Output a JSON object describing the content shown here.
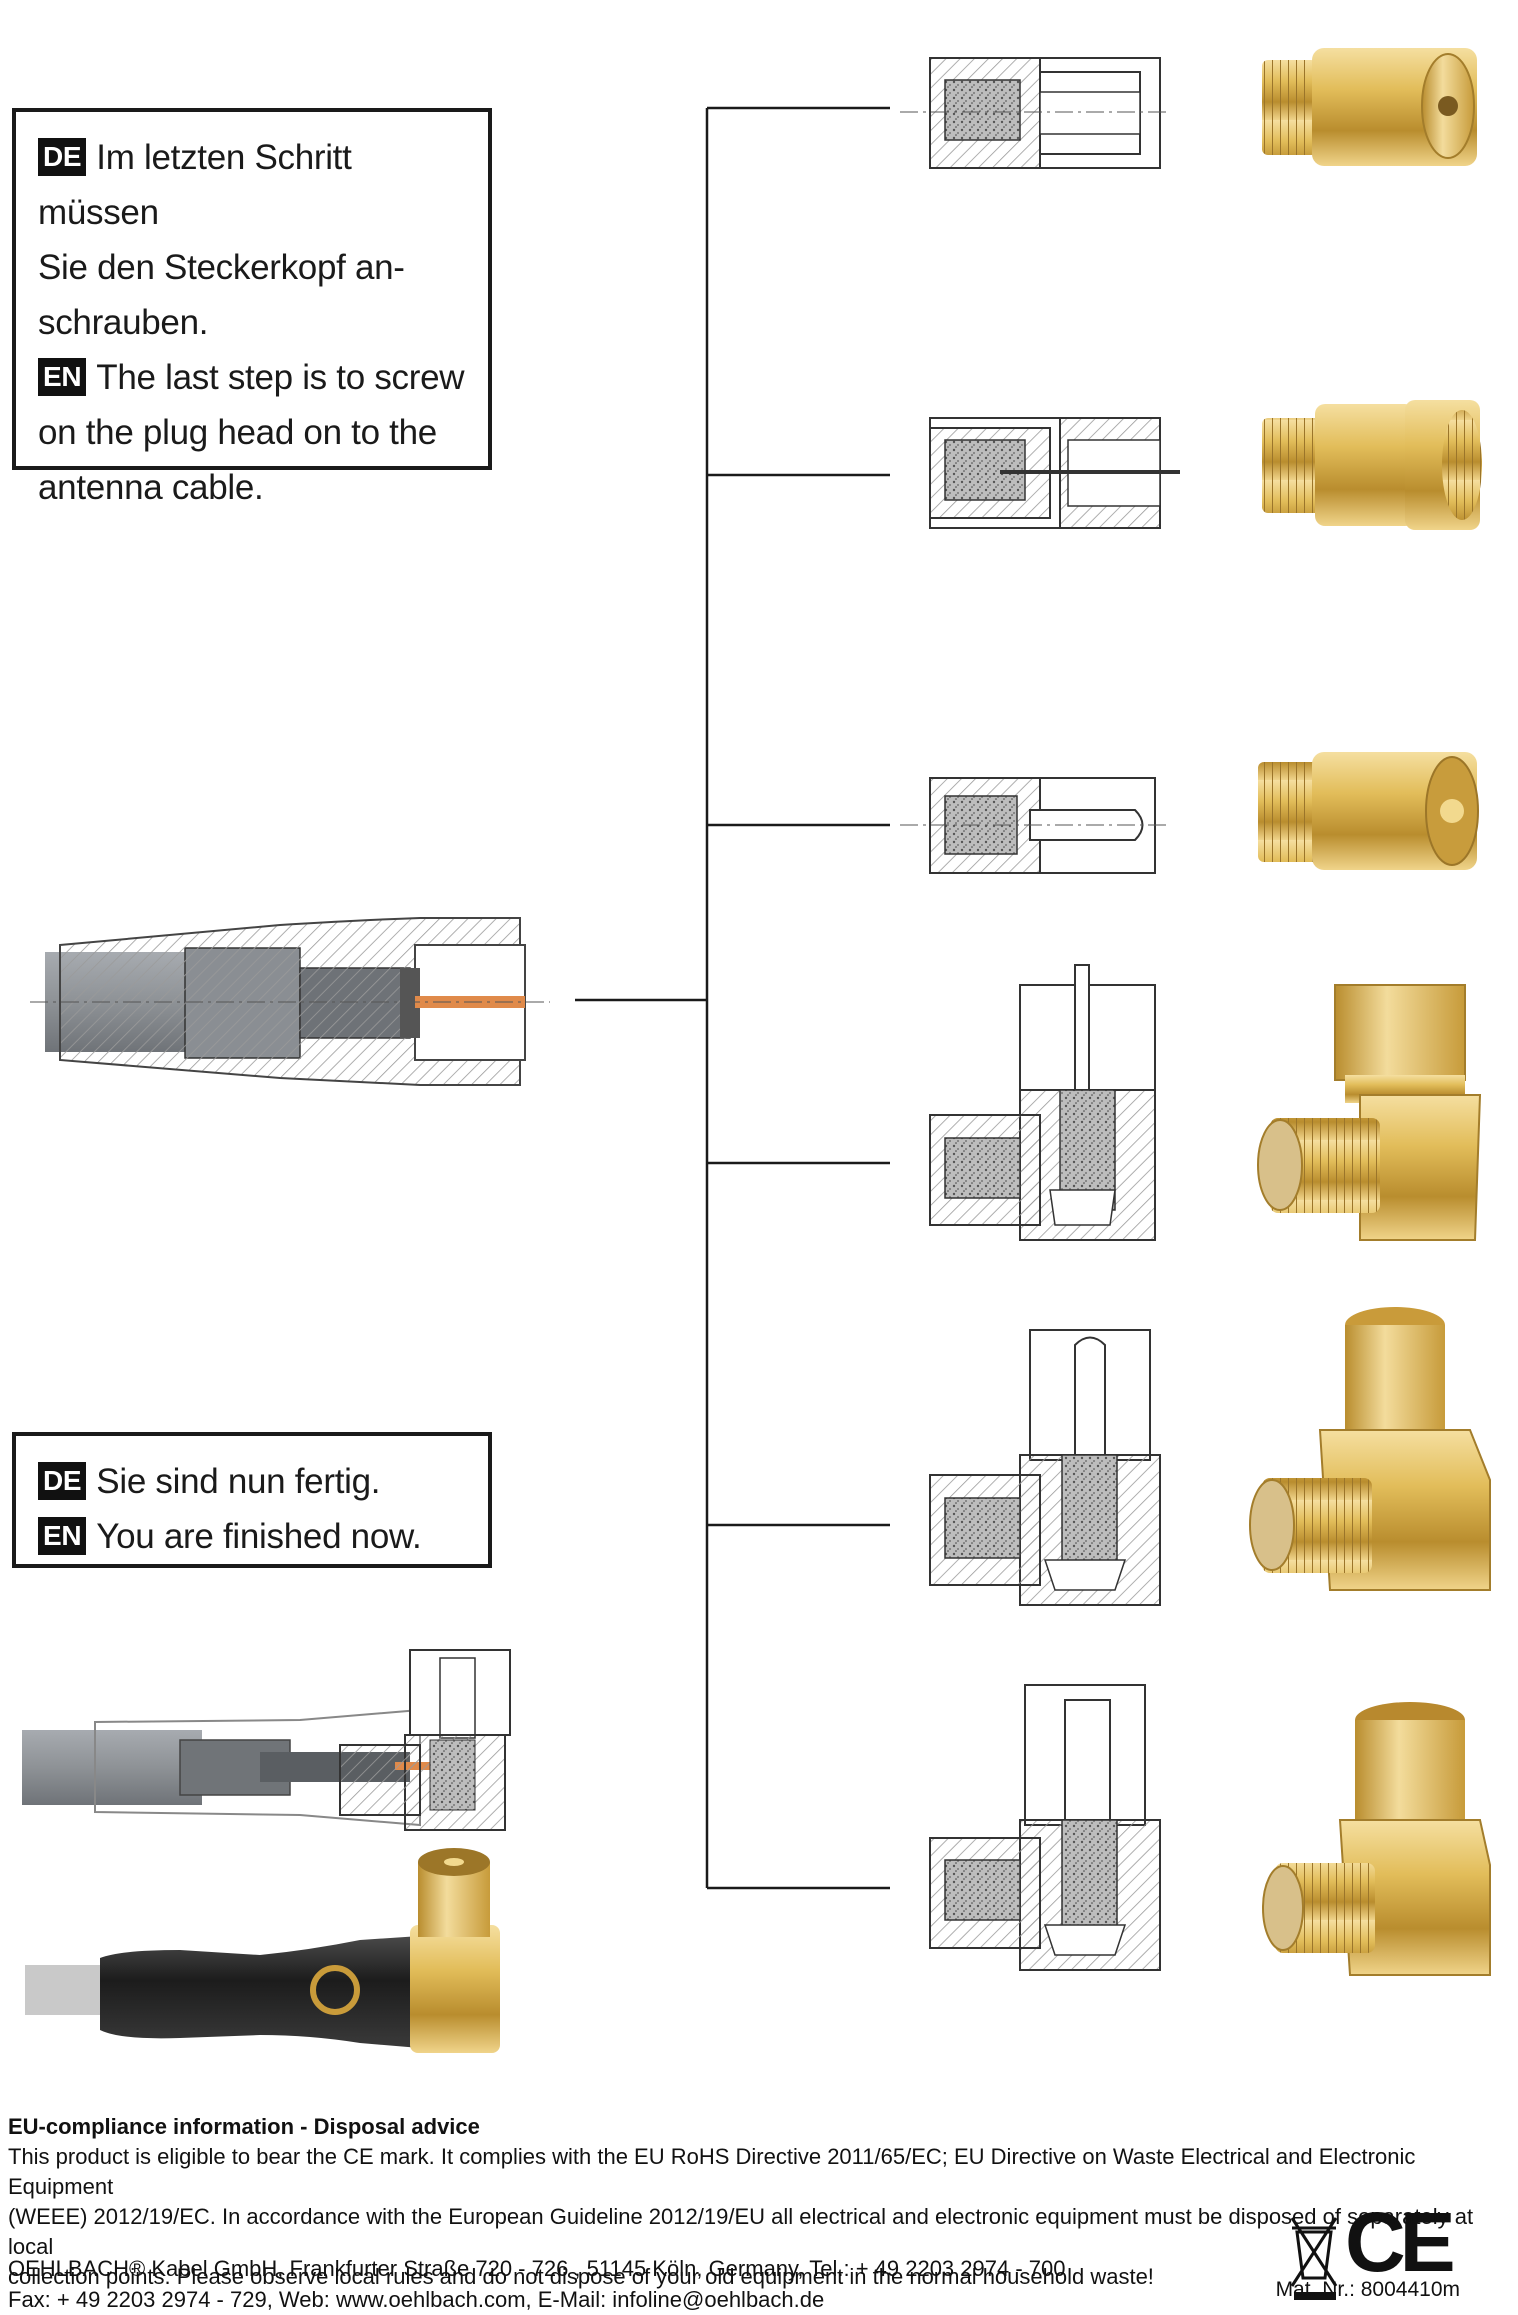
{
  "step_box": {
    "de_tag": "DE",
    "de_text_1": "Im letzten Schritt müssen",
    "de_text_2": "Sie den Steckerkopf an-",
    "de_text_3": "schrauben.",
    "en_tag": "EN",
    "en_text_1": "The last step is to screw",
    "en_text_2": "on the plug head on to the",
    "en_text_3": "antenna cable."
  },
  "finish_box": {
    "de_tag": "DE",
    "de_text": "Sie sind nun fertig.",
    "en_tag": "EN",
    "en_text": "You are finished now."
  },
  "footer": {
    "heading": "EU-compliance information - Disposal advice",
    "line_1": "This product is eligible to bear the CE mark. It complies with the EU RoHS Directive 2011/65/EC; EU Directive on Waste Electrical and Electronic Equipment",
    "line_2": "(WEEE) 2012/19/EC. In accordance with the European Guideline 2012/19/EU all electrical and electronic equipment must be disposed of separately at local",
    "line_3": "collection points. Please observe local rules and do not dispose of your old equipment in the normal household waste!",
    "address_1": "OEHLBACH® Kabel GmbH, Frankfurter Straße 720 - 726 , 51145 Köln, Germany, Tel.: + 49 2203 2974 - 700",
    "address_2": "Fax: + 49 2203 2974 - 729, Web: www.oehlbach.com, E-Mail: infoline@oehlbach.de",
    "ce_mark": "CE",
    "mat_nr": "Mat. Nr.: 8004410m"
  },
  "icons": [
    "weee-bin-icon",
    "ce-mark-icon",
    "oehlbach-logo-icon"
  ],
  "colors": {
    "gold": "#d9b24a",
    "gold_dark": "#a9822a",
    "hatch": "#888888",
    "cable_grey": "#8e9296",
    "ink": "#1a1a1a"
  }
}
